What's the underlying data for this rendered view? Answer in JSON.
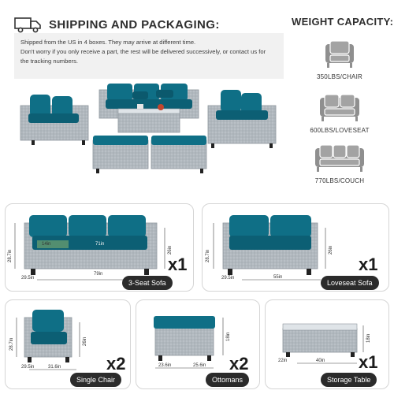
{
  "shipping": {
    "title": "SHIPPING AND PACKAGING:",
    "lines": [
      "Shipped from the US in 4 boxes. They may arrive at different time.",
      "Don't worry if you only receive a part, the rest will be delivered successively, or contact us for",
      "the tracking numbers."
    ],
    "icon": "truck-icon"
  },
  "weight": {
    "title": "WEIGHT CAPACITY:",
    "items": [
      {
        "icon": "chair-icon",
        "label": "350LBS/CHAIR"
      },
      {
        "icon": "loveseat-icon",
        "label": "600LBS/LOVESEAT"
      },
      {
        "icon": "couch-icon",
        "label": "770LBS/COUCH"
      }
    ],
    "icon_color": "#8f8f8f"
  },
  "colors": {
    "cushion": "#0f6f86",
    "wicker": "#b9c0c6",
    "tag_bg": "#2b2b2b"
  },
  "products": [
    {
      "name": "3-Seat Sofa",
      "qty": "x1",
      "dims": {
        "height": "28.7in",
        "depth": "29.5in",
        "width": "79in",
        "seat_height": "26in",
        "seat_inner": "14in",
        "seat_width": "71in"
      }
    },
    {
      "name": "Loveseat Sofa",
      "qty": "x1",
      "dims": {
        "height": "28.7in",
        "depth": "29.5in",
        "width": "55in",
        "seat_height": "26in"
      }
    },
    {
      "name": "Single Chair",
      "qty": "x2",
      "dims": {
        "height": "28.7in",
        "depth": "29.5in",
        "width": "31.6in",
        "seat_height": "26in"
      }
    },
    {
      "name": "Ottomans",
      "qty": "x2",
      "dims": {
        "depth": "23.6in",
        "width": "25.6in",
        "height": "18in"
      }
    },
    {
      "name": "Storage Table",
      "qty": "x1",
      "dims": {
        "depth": "22in",
        "width": "40in",
        "height": "18in"
      }
    }
  ]
}
